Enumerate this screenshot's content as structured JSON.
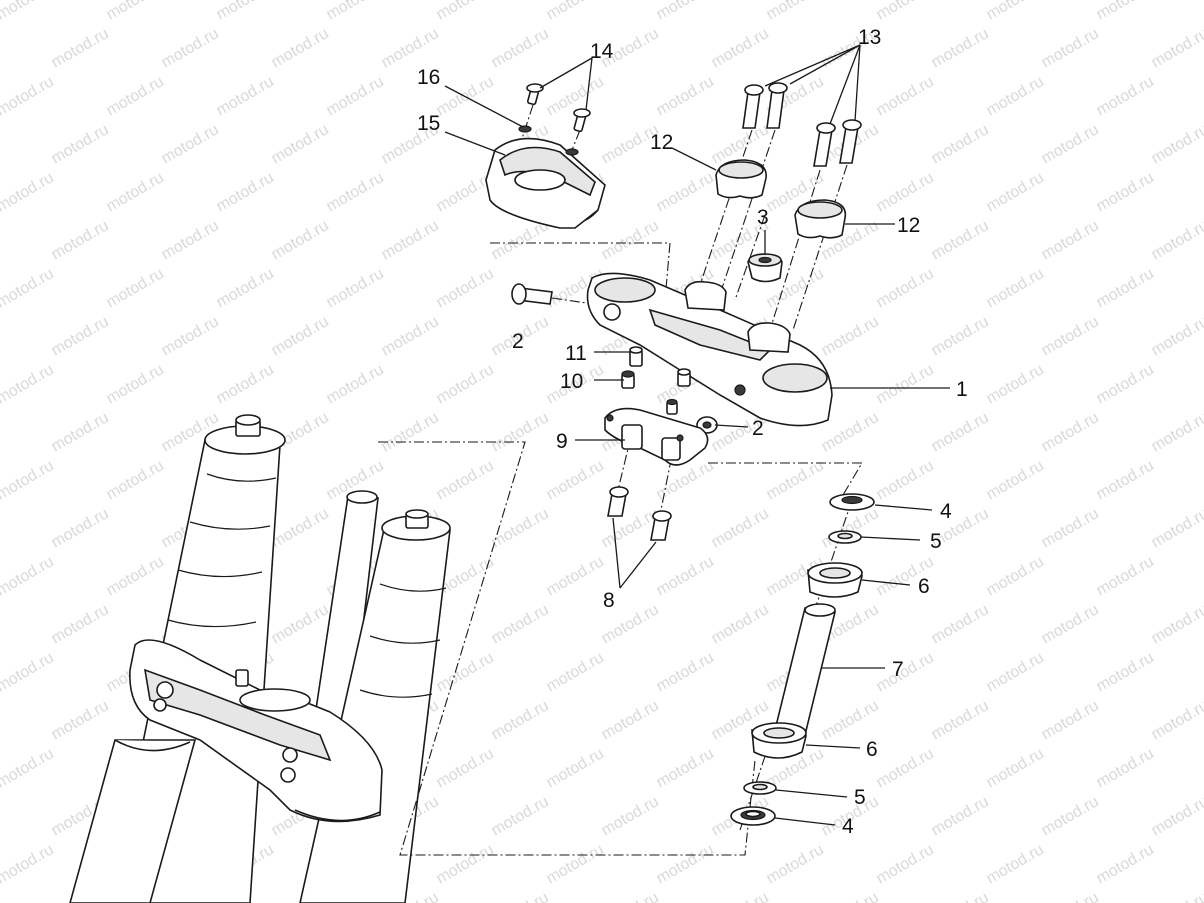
{
  "watermark": "motod.ru",
  "colors": {
    "line": "#1a1a1a",
    "fill": "#ffffff",
    "shade": "#e6e6e6",
    "watermark": "#d9d9d9"
  },
  "callouts": {
    "c1": "1",
    "c2a": "2",
    "c2b": "2",
    "c3": "3",
    "c4a": "4",
    "c4b": "4",
    "c5a": "5",
    "c5b": "5",
    "c6a": "6",
    "c6b": "6",
    "c7": "7",
    "c8": "8",
    "c9": "9",
    "c10": "10",
    "c11": "11",
    "c12a": "12",
    "c12b": "12",
    "c13": "13",
    "c14": "14",
    "c15": "15",
    "c16": "16"
  }
}
